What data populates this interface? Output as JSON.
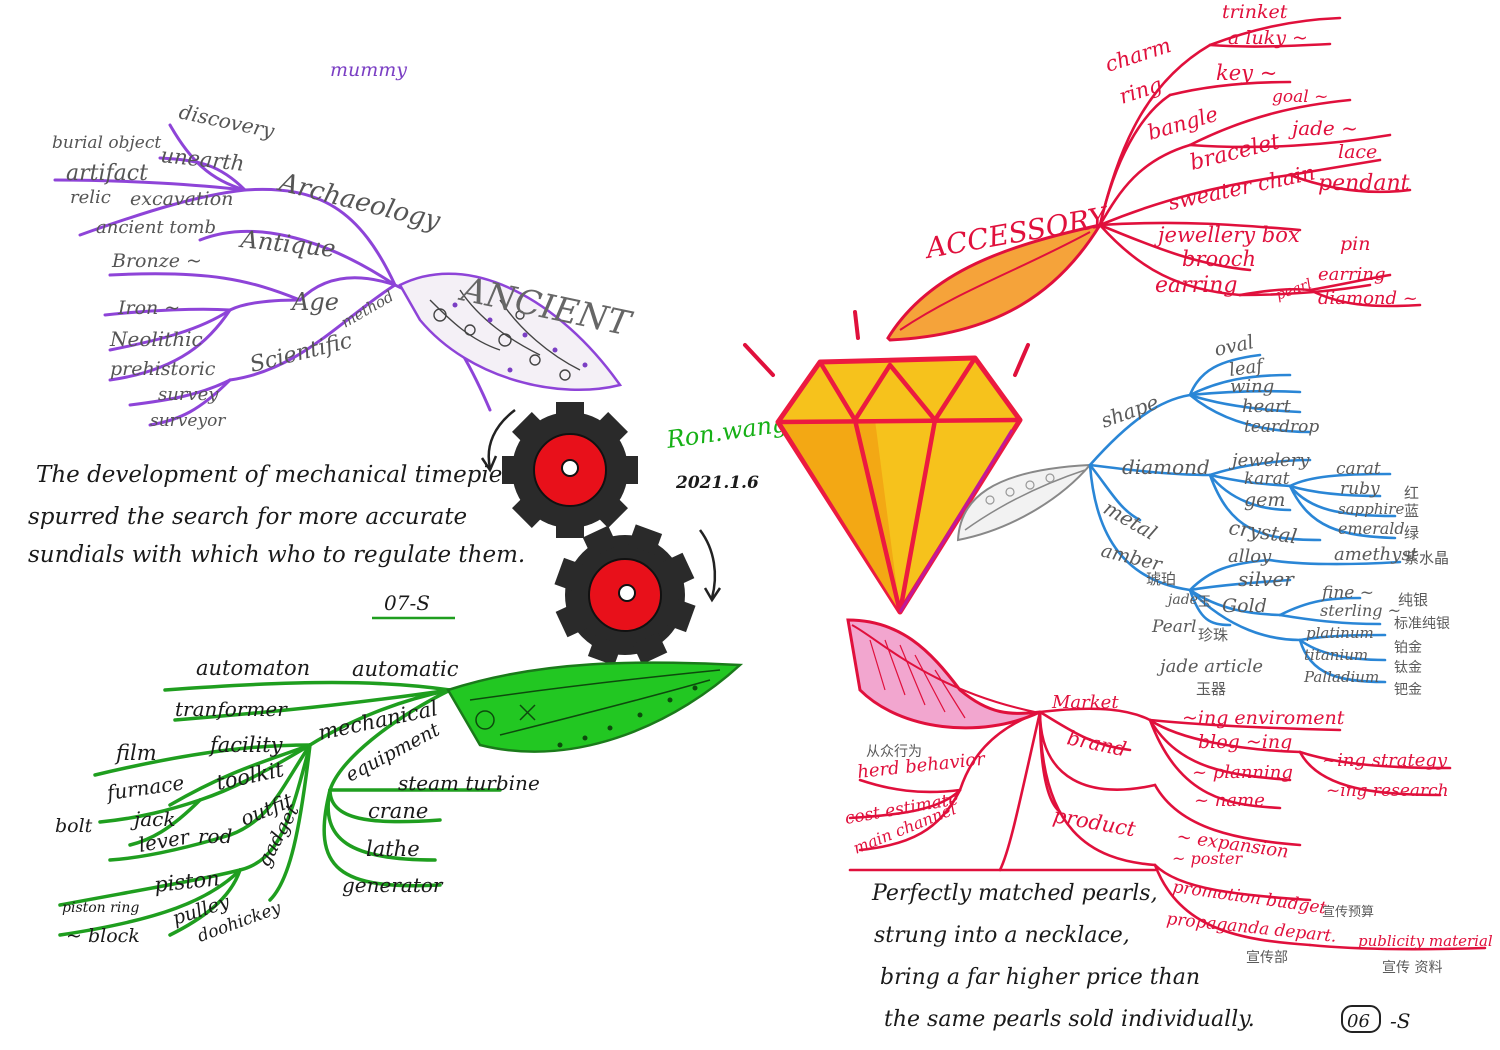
{
  "header": {
    "author": "Ron.wang",
    "date": "2021.1.6"
  },
  "ancient": {
    "title": "ANCIENT",
    "mummy": "mummy",
    "archaeology": "Archaeology",
    "discovery": "discovery",
    "unearth": "unearth",
    "burial_object": "burial object",
    "artifact": "artifact",
    "relic": "relic",
    "excavation": "excavation",
    "ancient_tomb": "ancient tomb",
    "antique": "Antique",
    "bronze": "Bronze ~",
    "age": "Age",
    "iron": "Iron ~",
    "neolithic": "Neolithic",
    "prehistoric": "prehistoric",
    "scientific": "Scientific",
    "method": "method",
    "survey": "survey",
    "surveyor": "surveyor"
  },
  "quote_left": {
    "line1": "The development of mechanical timepieces",
    "line2": "spurred the search for more accurate",
    "line3": "sundials with which who to regulate them."
  },
  "page_left": "07-S",
  "mechanical": {
    "automaton": "automaton",
    "automatic": "automatic",
    "transformer": "tranformer",
    "mechanical": "mechanical",
    "film": "film",
    "facility": "facility",
    "equipment": "equipment",
    "furnace": "furnace",
    "toolkit": "toolkit",
    "jack": "jack",
    "bolt": "bolt",
    "lever": "lever",
    "rod": "rod",
    "outfit": "outfit",
    "gadget": "gadget",
    "piston": "piston",
    "piston_ring": "piston ring",
    "block": "~ block",
    "pulley": "pulley",
    "doohickey": "doohickey",
    "steam_turbine": "steam turbine",
    "crane": "crane",
    "lathe": "lathe",
    "generator": "generator"
  },
  "accessory": {
    "title": "ACCESSORY",
    "charm": "charm",
    "trinket": "trinket",
    "a_lucky": "a luky ~",
    "ring": "ring",
    "key": "key ~",
    "bangle": "bangle",
    "goal": "goal ~",
    "bracelet": "bracelet",
    "jade": "jade ~",
    "sweater_chain": "sweater chain",
    "lace": "lace",
    "pendant": "pendant",
    "jewellery_box": "jewellery box",
    "brooch": "brooch",
    "pin": "pin",
    "earring": "earring",
    "pearl": "pearl",
    "earring2": "earring",
    "diamond": "diamond ~"
  },
  "gem": {
    "shape": "shape",
    "oval": "oval",
    "leaf": "leaf",
    "wing": "wing",
    "heart": "heart",
    "teardrop": "teardrop",
    "diamond": "diamond",
    "jewelery": "jewelery",
    "karat": "karat",
    "carat": "carat",
    "ruby": "ruby",
    "ruby_cn": "红",
    "gem": "gem",
    "sapphire": "sapphire",
    "sapphire_cn": "蓝",
    "emerald": "emerald",
    "emerald_cn": "绿",
    "metal": "metal",
    "crystal": "crystal",
    "amber": "amber",
    "alloy": "alloy",
    "amethyst": "amethyst",
    "amethyst_cn": "紫水晶",
    "amber_cn": "琥珀",
    "silver": "silver",
    "fine": "fine ~",
    "fine_cn": "纯银",
    "jade": "jade",
    "jade_cn": "玉",
    "gold": "Gold",
    "sterling": "sterling ~",
    "sterling_cn": "标准纯银",
    "pearl": "Pearl",
    "pearl_cn": "珍珠",
    "platinum": "platinum",
    "platinum_cn": "铂金",
    "titanium": "titanium",
    "titanium_cn": "钛金",
    "jade_article": "jade article",
    "jade_article_cn": "玉器",
    "palladium": "Palladium",
    "palladium_cn": "钯金"
  },
  "market": {
    "market": "Market",
    "ing_environment": "~ing enviroment",
    "brand": "brand",
    "blog": "blog ~ing",
    "ing_strategy": "~ing strategy",
    "herd_cn": "从众行为",
    "herd_behavior": "herd behavior",
    "planning": "~ planning",
    "ing_research": "~ing research",
    "name": "~ name",
    "cost_estimate": "cost estimate",
    "main_channel": "main channel",
    "product": "product",
    "expansion": "~ expansion",
    "poster": "~ poster",
    "promotion_budget": "promotion budget",
    "budget_cn": "宣传预算",
    "propaganda_department": "propaganda depart.",
    "propaganda_cn": "宣传部",
    "publicity_material": "publicity material",
    "publicity_cn": "宣传 资料"
  },
  "quote_right": {
    "line1": "Perfectly matched pearls,",
    "line2": "strung into a necklace,",
    "line3": "bring a far higher price than",
    "line4": "the same pearls sold individually."
  },
  "page_right": {
    "num": "06",
    "suffix": "-S"
  }
}
